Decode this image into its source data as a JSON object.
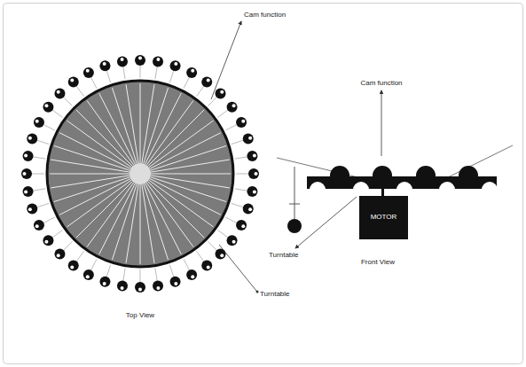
{
  "diagram": {
    "nodes": [
      {
        "text": [
          "MOTOR"
        ]
      }
    ],
    "labels": [
      "Cam function",
      "Turntable",
      "Top View",
      "Cam function",
      "Turntable",
      "Front View"
    ]
  }
}
